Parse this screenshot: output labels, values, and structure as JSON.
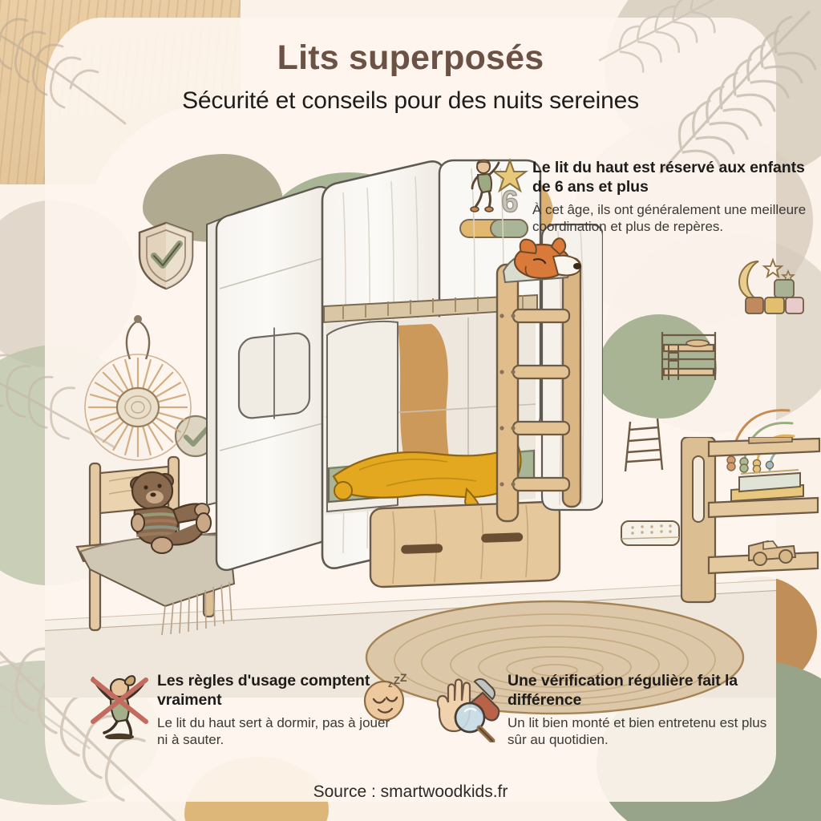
{
  "header": {
    "title": "Lits superposés",
    "subtitle": "Sécurité et conseils pour des nuits sereines"
  },
  "callouts": [
    {
      "id": "age",
      "icon": "climbing-child-star-six-icon",
      "badge_number": "6",
      "title": "Le lit du haut est réservé aux enfants de 6 ans et plus",
      "body": "À cet âge, ils ont généralement une meilleure coordination et plus de repères."
    },
    {
      "id": "rules",
      "icon": "no-jumping-child-icon",
      "secondary_icon": "sleeping-face-icon",
      "title": "Les règles d'usage comptent vraiment",
      "body": "Le lit du haut sert à dormir, pas à jouer ni à sauter."
    },
    {
      "id": "check",
      "icon": "hand-magnifier-screwdriver-icon",
      "title": "Une vérification régulière fait la différence",
      "body": "Un lit bien monté et bien entretenu est plus sûr au quotidien."
    }
  ],
  "footer": {
    "source": "Source : smartwoodkids.fr"
  },
  "illustration": {
    "scene": "children-bedroom-with-bunk-bed",
    "objects": [
      "white-house-bunk-bed",
      "wooden-ladder",
      "yellow-blanket",
      "green-mattress",
      "fox-plush",
      "storage-drawer",
      "wooden-chair",
      "teddy-bear",
      "fringed-throw",
      "jute-round-rug",
      "wooden-wall-shelf",
      "books",
      "toy-car",
      "rainbow-stacker",
      "mattress-icon",
      "small-ladder-icon",
      "bunk-bed-icon",
      "moon-and-stars-icon",
      "wooden-blocks-icon",
      "shield-check-icon",
      "circle-check-icon",
      "rattan-sunburst-wall-hanging",
      "palm-frond-motifs"
    ]
  },
  "palette": {
    "background": "#FBF2EA",
    "card": "#FDF5EE",
    "title_brown": "#6B5244",
    "text_dark": "#1E1C1A",
    "text_body": "#3B3835",
    "sage_green": "#97A489",
    "tan_ochre": "#C08E58",
    "wood_light": "#E6C99F",
    "taupe": "#D8CEBE",
    "blanket_yellow": "#E3A81F",
    "mattress_green": "#A9B596"
  }
}
